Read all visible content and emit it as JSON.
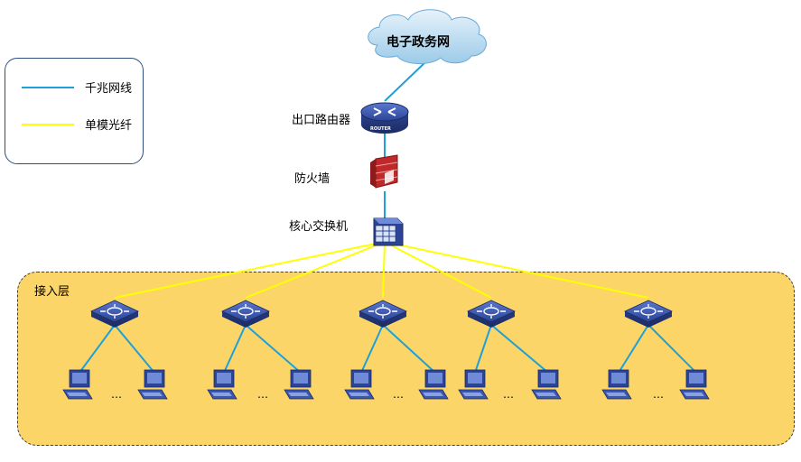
{
  "cloud": {
    "label": "电子政务网"
  },
  "devices": {
    "router_label": "出口路由器",
    "router_badge": "ROUTER",
    "firewall_label": "防火墙",
    "core_label": "核心交换机"
  },
  "legend": {
    "items": [
      {
        "label": "千兆网线",
        "color": "#1ea0d8"
      },
      {
        "label": "单模光纤",
        "color": "#ffff00"
      }
    ]
  },
  "access": {
    "label": "接入层",
    "background": "#fcd568",
    "groups": [
      {
        "ellipsis": "…"
      },
      {
        "ellipsis": "…"
      },
      {
        "ellipsis": "…"
      },
      {
        "ellipsis": "…"
      },
      {
        "ellipsis": "…"
      }
    ]
  },
  "colors": {
    "gigabit_line": "#1ea0d8",
    "fiber_line": "#ffff00",
    "device_blue": "#3a56b0",
    "firewall_red": "#c0282a"
  }
}
